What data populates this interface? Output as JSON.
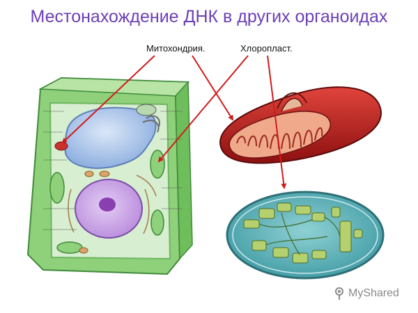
{
  "title": "Местонахождение ДНК в других органоидах",
  "labels": {
    "mitochondria": "Митохондрия.",
    "chloroplast": "Хлоропласт."
  },
  "watermark": {
    "text": "MyShared",
    "icon": "tree-logo-icon"
  },
  "colors": {
    "title": "#6b3fb5",
    "arrow": "#d11a1a",
    "cell_wall": "#8fd07a",
    "cytoplasm": "#cfe9c4",
    "vacuole": "#a9c4ec",
    "nucleus": "#c9a3e6",
    "mitochondrion_outer": "#b31b1b",
    "chloroplast_body": "#5fb3b8",
    "grana": "#a9c96a"
  }
}
